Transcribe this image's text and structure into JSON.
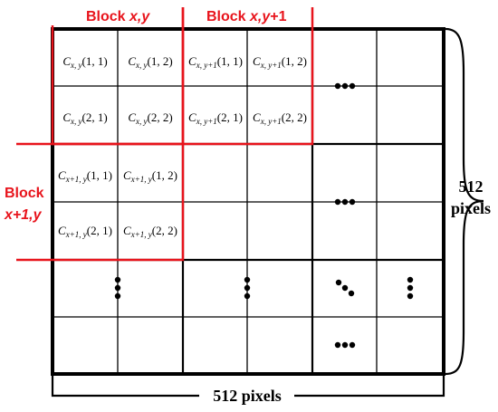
{
  "colors": {
    "grid": "#000000",
    "block_outline": "#e8141c",
    "labels_red": "#e8141c",
    "background": "#ffffff"
  },
  "block_labels": {
    "xy": {
      "prefix": "Block ",
      "var": "x,y"
    },
    "xy1": {
      "prefix": "Block ",
      "var": "x,y",
      "suffix": "+1"
    },
    "x1y_line1": "Block",
    "x1y_line2": "x+1,y"
  },
  "dimensions": {
    "width": "512 pixels",
    "height_line1": "512",
    "height_line2": "pixels"
  },
  "cells": [
    {
      "id": "c11",
      "base": "C",
      "sub": "x, y",
      "idx": "(1, 1)"
    },
    {
      "id": "c12",
      "base": "C",
      "sub": "x, y",
      "idx": "(1, 2)"
    },
    {
      "id": "c13",
      "base": "C",
      "sub": "x, y+1",
      "idx": "(1, 1)"
    },
    {
      "id": "c14",
      "base": "C",
      "sub": "x, y+1",
      "idx": "(1, 2)"
    },
    {
      "id": "c21",
      "base": "C",
      "sub": "x, y",
      "idx": "(2, 1)"
    },
    {
      "id": "c22",
      "base": "C",
      "sub": "x, y",
      "idx": "(2, 2)"
    },
    {
      "id": "c23",
      "base": "C",
      "sub": "x, y+1",
      "idx": "(2, 1)"
    },
    {
      "id": "c24",
      "base": "C",
      "sub": "x, y+1",
      "idx": "(2, 2)"
    },
    {
      "id": "c31",
      "base": "C",
      "sub": "x+1, y",
      "idx": "(1, 1)"
    },
    {
      "id": "c32",
      "base": "C",
      "sub": "x+1, y",
      "idx": "(1, 2)"
    },
    {
      "id": "c41",
      "base": "C",
      "sub": "x+1, y",
      "idx": "(2, 1)"
    },
    {
      "id": "c42",
      "base": "C",
      "sub": "x+1, y",
      "idx": "(2, 2)"
    }
  ],
  "ellipses": {
    "row_block1": "horizontal",
    "row_block2": "horizontal",
    "col_block1": "vertical",
    "col_block2": "vertical",
    "diagonal": "diagonal",
    "col_right": "vertical",
    "row_last": "horizontal"
  }
}
